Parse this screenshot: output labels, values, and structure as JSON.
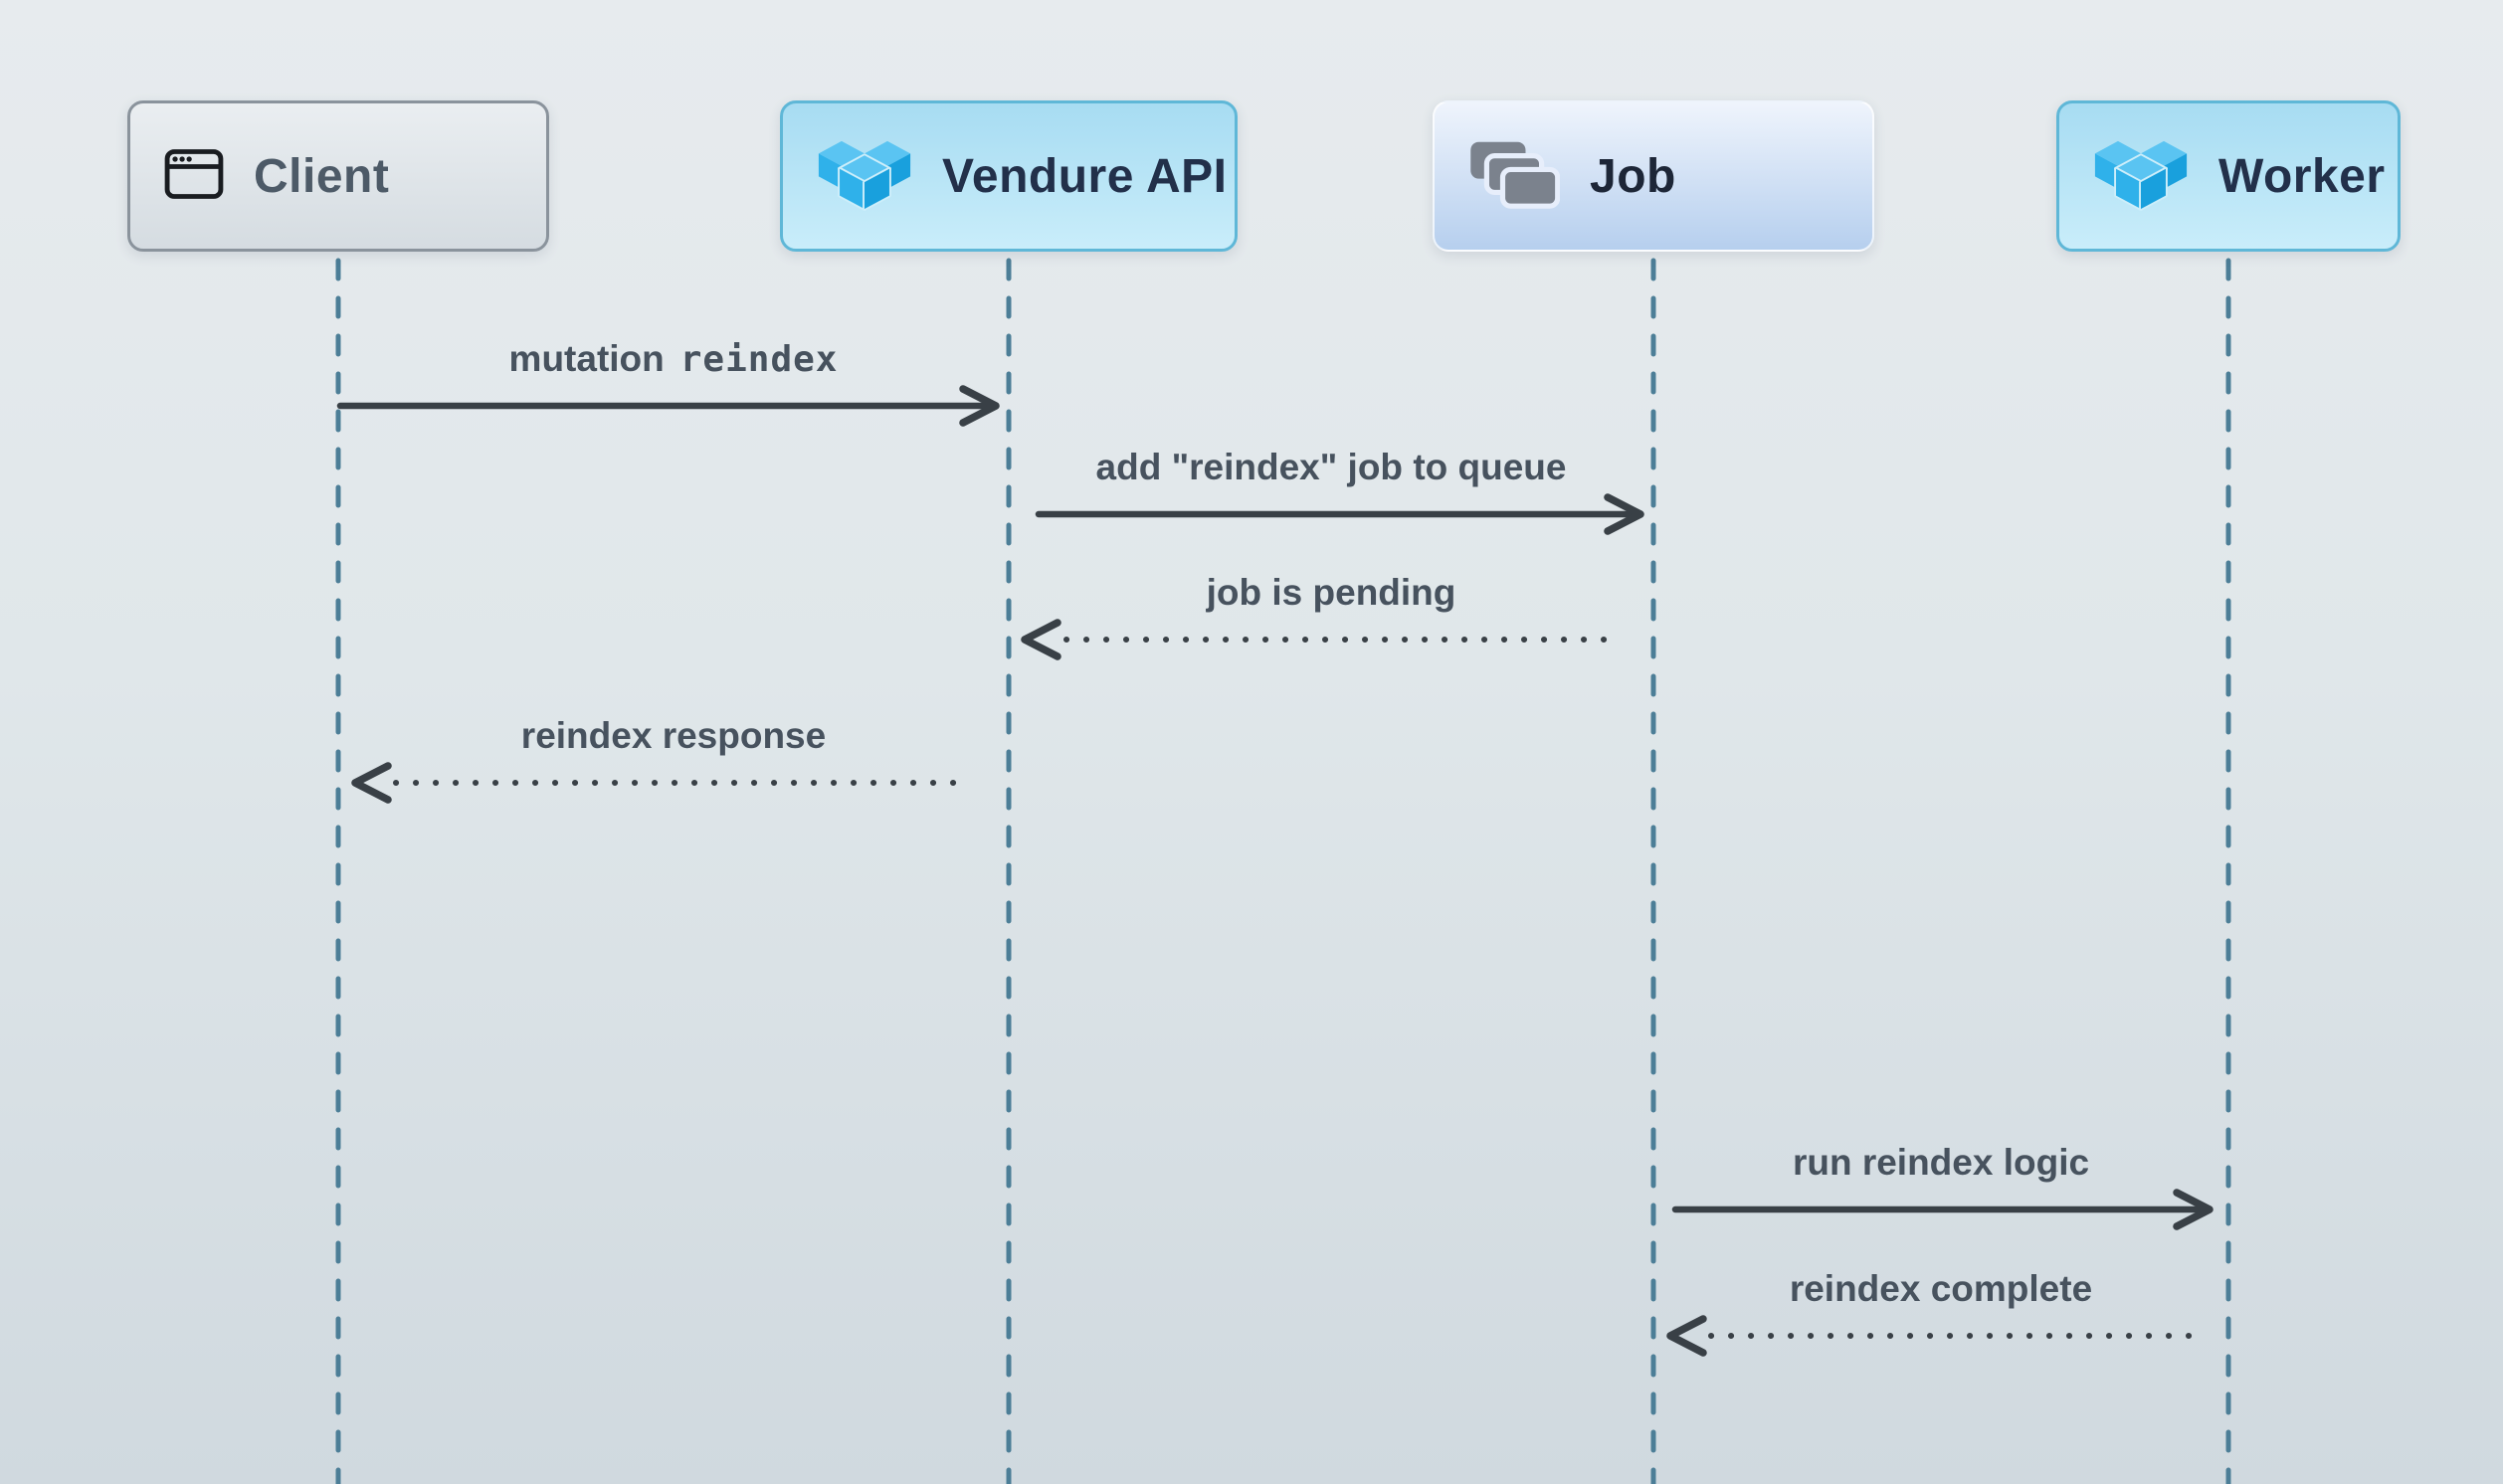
{
  "actors": [
    {
      "id": "client",
      "label": "Client",
      "icon": "browser-window-icon"
    },
    {
      "id": "vendure-api",
      "label": "Vendure API",
      "icon": "vendure-logo-icon"
    },
    {
      "id": "job",
      "label": "Job",
      "icon": "stacked-cards-icon"
    },
    {
      "id": "worker",
      "label": "Worker",
      "icon": "vendure-logo-icon"
    }
  ],
  "messages": [
    {
      "from": "Client",
      "to": "Vendure API",
      "text": "mutation",
      "code": "reindex",
      "line": "solid"
    },
    {
      "from": "Vendure API",
      "to": "Job",
      "text": "add \"reindex\" job to queue",
      "line": "solid"
    },
    {
      "from": "Job",
      "to": "Vendure API",
      "text": "job is pending",
      "line": "dotted"
    },
    {
      "from": "Vendure API",
      "to": "Client",
      "text": "reindex response",
      "line": "dotted"
    },
    {
      "from": "Job",
      "to": "Worker",
      "text": "run reindex logic",
      "line": "solid"
    },
    {
      "from": "Worker",
      "to": "Job",
      "text": "reindex complete",
      "line": "dotted"
    }
  ],
  "colors": {
    "lifeline": "#4c7e97",
    "arrow": "#394046",
    "message_text": "#47525e",
    "cyan_box_border": "#5fb7d7",
    "vendure_blue": "#2fb1ea",
    "background_top": "#e7ebee",
    "background_bottom": "#d0d9df"
  }
}
